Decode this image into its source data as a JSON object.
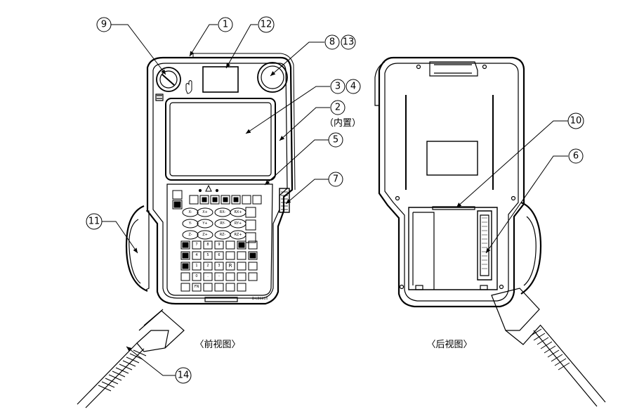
{
  "callouts": {
    "c1": "1",
    "c2": "2",
    "c3": "3",
    "c4": "4",
    "c5": "5",
    "c6": "6",
    "c7": "7",
    "c8": "8",
    "c9": "9",
    "c10": "10",
    "c11": "11",
    "c12": "12",
    "c13": "13",
    "c14": "14"
  },
  "notes": {
    "builtin": "（内置）"
  },
  "captions": {
    "front": "〈前视图〉",
    "back": "〈后视图〉"
  },
  "keypad": {
    "row_axis1": [
      "X-",
      "X+",
      "RX-",
      "RX+"
    ],
    "row_axis2": [
      "Y-",
      "Y+",
      "RY-",
      "RY+"
    ],
    "row_axis3": [
      "Z-",
      "Z+",
      "RZ-",
      "RZ+"
    ],
    "num_row1": [
      "7",
      "8",
      "9"
    ],
    "num_row2": [
      "4",
      "5",
      "6"
    ],
    "num_row3": [
      "1",
      "2",
      "3"
    ],
    "num_row4": [
      "0",
      ".",
      "-"
    ],
    "fn": "FN",
    "r": "R",
    "model": "D-LB6014"
  }
}
